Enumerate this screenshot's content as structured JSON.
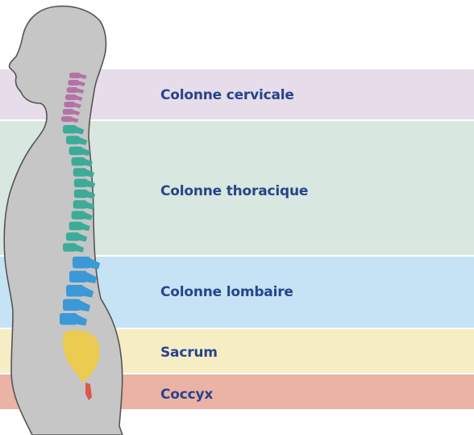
{
  "regions": [
    {
      "label": "Colonne cervicale",
      "color": "#e6dcea"
    },
    {
      "label": "Colonne thoracique",
      "color": "#d8e7df"
    },
    {
      "label": "Colonne lombaire",
      "color": "#c5e3f5"
    },
    {
      "label": "Sacrum",
      "color": "#f6edc5"
    },
    {
      "label": "Coccyx",
      "color": "#ebb2a6"
    }
  ],
  "label_color": "#28448a",
  "body_fill": "#c6c6c6",
  "body_outline": "#555555",
  "spine_colors": {
    "cervical": "#b572a7",
    "thoracic": "#3cab98",
    "lumbar": "#3a99d6",
    "sacrum": "#ebcc50",
    "coccyx": "#dc5946"
  }
}
